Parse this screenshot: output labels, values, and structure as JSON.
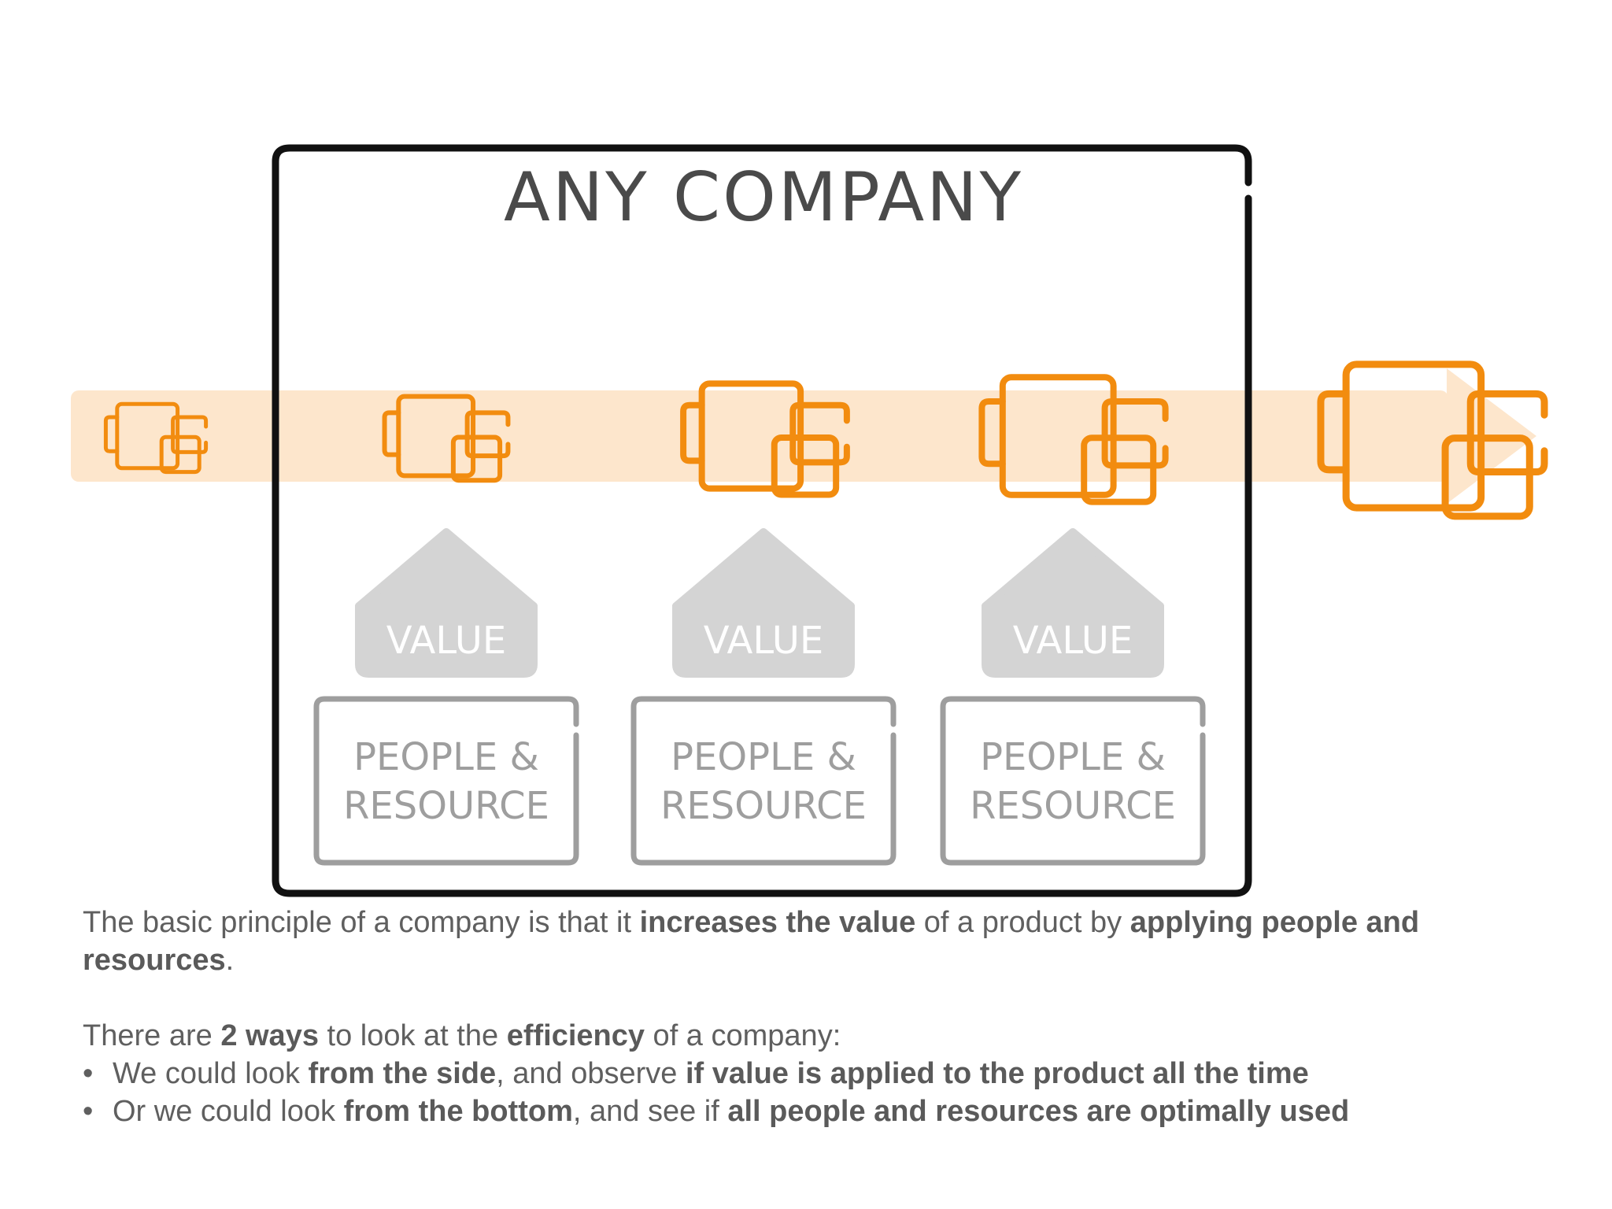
{
  "diagram": {
    "company_title": "ANY COMPANY",
    "value_label": "VALUE",
    "resource_label_line1": "PEOPLE &",
    "resource_label_line2": "RESOURCE",
    "colors": {
      "accent": "#f28c0f",
      "band": "#fde6cc",
      "frame": "#111111",
      "value_house": "#d4d4d4",
      "resource_box": "#9e9e9e",
      "title": "#4a4a4a"
    },
    "icons": [
      "product-icon",
      "product-icon",
      "product-icon",
      "product-icon",
      "product-icon"
    ]
  },
  "caption": {
    "p1": [
      {
        "text": "The basic principle of a company is that it ",
        "bold": false
      },
      {
        "text": "increases the value",
        "bold": true
      },
      {
        "text": " of a product by ",
        "bold": false
      },
      {
        "text": "applying people and resources",
        "bold": true
      },
      {
        "text": ".",
        "bold": false
      }
    ],
    "p2": [
      {
        "text": "There are ",
        "bold": false
      },
      {
        "text": "2 ways",
        "bold": true
      },
      {
        "text": " to look at the ",
        "bold": false
      },
      {
        "text": "efficiency",
        "bold": true
      },
      {
        "text": " of a company:",
        "bold": false
      }
    ],
    "bullet_char": "•",
    "bullets": [
      [
        {
          "text": "We could look ",
          "bold": false
        },
        {
          "text": "from the side",
          "bold": true
        },
        {
          "text": ", and observe ",
          "bold": false
        },
        {
          "text": "if value is applied to the product all the time",
          "bold": true
        }
      ],
      [
        {
          "text": "Or we could look ",
          "bold": false
        },
        {
          "text": "from the bottom",
          "bold": true
        },
        {
          "text": ", and see if ",
          "bold": false
        },
        {
          "text": "all people and resources are optimally used",
          "bold": true
        }
      ]
    ]
  }
}
